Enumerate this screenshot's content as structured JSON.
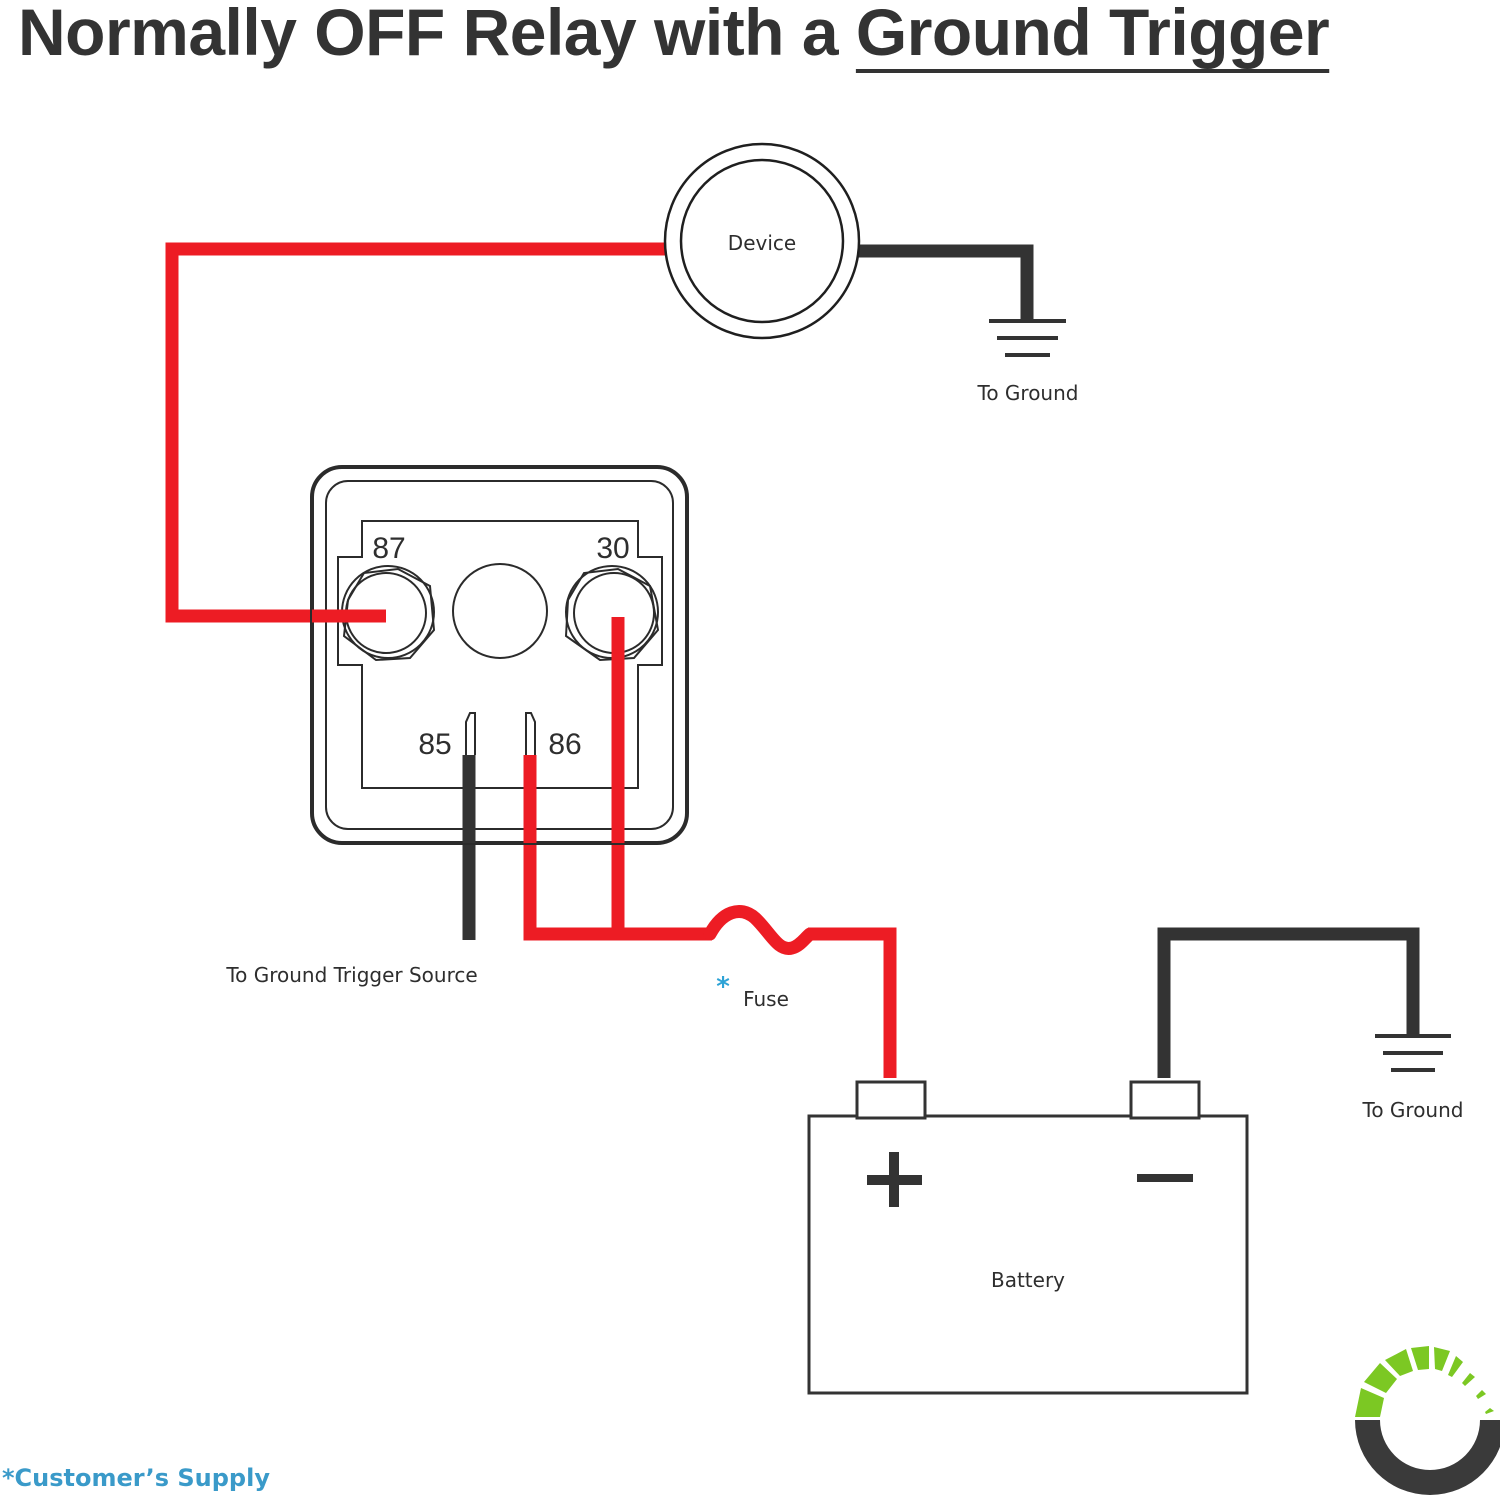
{
  "title": {
    "prefix": "Normally OFF Relay with a ",
    "emphasis": "Ground Trigger"
  },
  "colors": {
    "hot_wire": "#ed1c24",
    "ground_wire": "#333333",
    "outline": "#2b2b2b",
    "customer_supply": "#3a9ac9",
    "logo_green": "#7cc823",
    "logo_dark": "#3a3a3a"
  },
  "components": {
    "device": {
      "label": "Device"
    },
    "device_ground": {
      "label": "To Ground",
      "icon": "ground-symbol-icon"
    },
    "relay": {
      "pins": {
        "p87": "87",
        "p30": "30",
        "p85": "85",
        "p86": "86"
      }
    },
    "trigger": {
      "label": "To Ground Trigger Source"
    },
    "fuse": {
      "marker": "*",
      "label": "Fuse"
    },
    "battery": {
      "label": "Battery",
      "positive_symbol": "+",
      "negative_symbol": "−"
    },
    "battery_ground": {
      "label": "To Ground",
      "icon": "ground-symbol-icon"
    }
  },
  "footnote": "*Customer’s Supply",
  "logo": {
    "icon": "progress-ring-logo-icon"
  }
}
